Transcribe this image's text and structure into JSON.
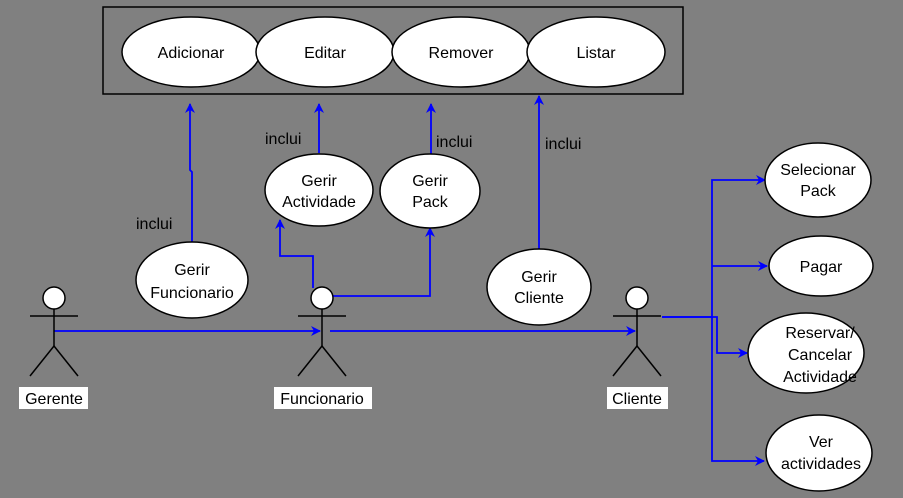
{
  "colors": {
    "background": "#808080",
    "connector": "#0000ff",
    "usecase_fill": "#ffffff",
    "stroke": "#000000"
  },
  "crud": {
    "adicionar": "Adicionar",
    "editar": "Editar",
    "remover": "Remover",
    "listar": "Listar"
  },
  "manage": {
    "funcionario": [
      "Gerir",
      "Funcionario"
    ],
    "actividade": [
      "Gerir",
      "Actividade"
    ],
    "pack": [
      "Gerir",
      "Pack"
    ],
    "cliente": [
      "Gerir",
      "Cliente"
    ]
  },
  "client_usecases": {
    "selecionar_pack": [
      "Selecionar",
      "Pack"
    ],
    "pagar": "Pagar",
    "reservar": [
      "Reservar/",
      "Cancelar",
      "Actividade"
    ],
    "ver": [
      "Ver",
      "actividades"
    ]
  },
  "relations": {
    "inclui_1": "inclui",
    "inclui_2": "inclui",
    "inclui_3": "inclui",
    "inclui_4": "inclui"
  },
  "actors": {
    "gerente": "Gerente",
    "funcionario": "Funcionario",
    "cliente": "Cliente"
  }
}
